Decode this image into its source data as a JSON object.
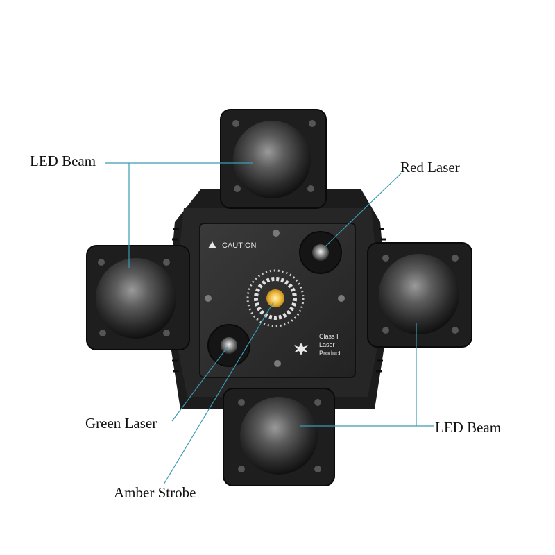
{
  "callouts": {
    "led_beam_left": "LED Beam",
    "red_laser": "Red Laser",
    "green_laser": "Green Laser",
    "led_beam_right": "LED Beam",
    "amber_strobe": "Amber Strobe"
  },
  "panel": {
    "caution": "CAUTION",
    "class_line1": "Class Ⅰ",
    "class_line2": "Laser",
    "class_line3": "Product"
  },
  "colors": {
    "leader_line": "#3a9bb5",
    "body": "#1a1a1a",
    "panel": "#2b2b2b",
    "strobe_center": "#f2c14a"
  }
}
